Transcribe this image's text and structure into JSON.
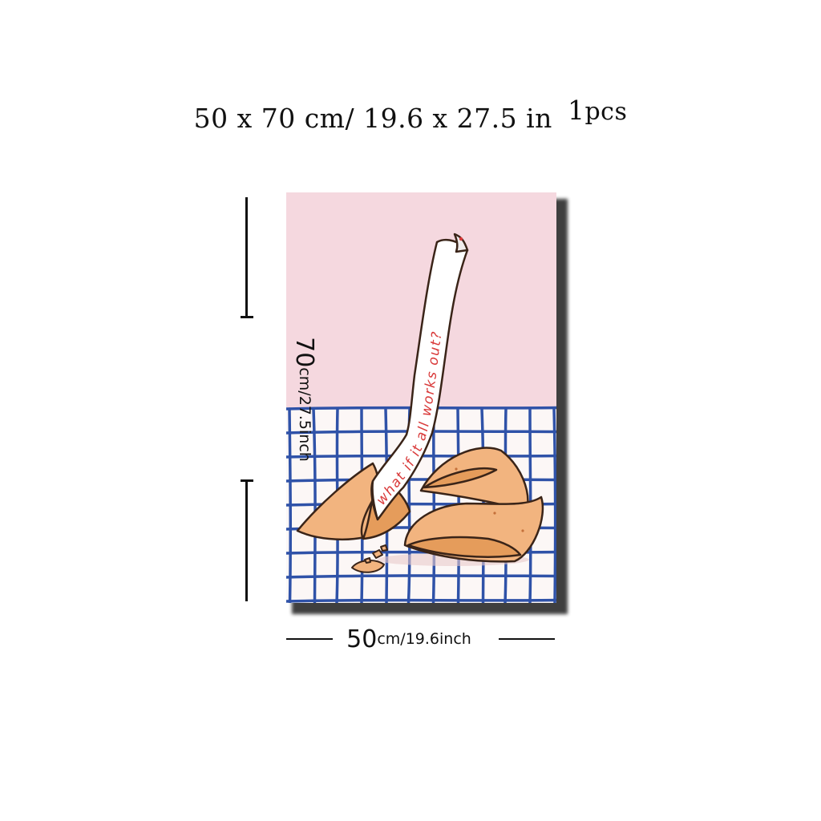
{
  "header": {
    "size_text": "50 x 70 cm/ 19.6 x 27.5 in",
    "quantity_number": "1",
    "quantity_unit": "pcs"
  },
  "poster": {
    "fortune_text": "what if it all works out?",
    "colors": {
      "background_pink": "#f5d8df",
      "grid_blue": "#2f52a8",
      "cookie": "#f2b47f",
      "cookie_inner": "#e59c5b",
      "outline": "#3a2418",
      "text_red": "#d93a3a"
    }
  },
  "dimensions": {
    "height_number": "70",
    "height_unit": "cm/27.5inch",
    "width_number": "50",
    "width_unit": "cm/19.6inch"
  }
}
